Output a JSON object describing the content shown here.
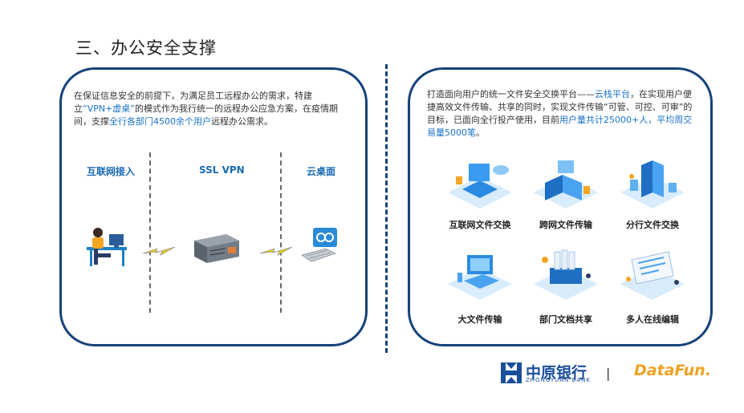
{
  "title": "三、办公安全支撑",
  "left": {
    "desc_part1": "在保证信息安全的前提下，为满足员工远程办公的需求，特建立",
    "desc_hl1": "“VPN+虚桌”",
    "desc_part2": "的模式作为我行统一的远程办公应急方案，在疫情期间，支撑",
    "desc_hl2": "全行各部门4500余个用户",
    "desc_part3": "远程办公需求。",
    "sections": [
      "互联网接入",
      "SSL VPN",
      "云桌面"
    ]
  },
  "right": {
    "desc_part1": "打造面向用户的统一文件安全交换平台——",
    "desc_hl1": "云栈平台",
    "desc_part2": "，在实现用户便捷高效文件传输、共享的同时，实现文件传输“可管、可控、可审”的目标，已面向全行投产使用，目前",
    "desc_hl2": "用户量共计25000+人，平均周交易量5000笔",
    "desc_part3": "。",
    "cards": [
      "互联网文件交换",
      "跨网文件传输",
      "分行文件交换",
      "大文件传输",
      "部门文档共享",
      "多人在线编辑"
    ]
  },
  "footer": {
    "bank_name": "中原银行",
    "bank_sub": "ZHONGYUAN BANK",
    "separator": "|",
    "partner": "DataFun."
  },
  "colors": {
    "border": "#16427a",
    "highlight": "#1a73c8",
    "accent": "#f0a020"
  }
}
